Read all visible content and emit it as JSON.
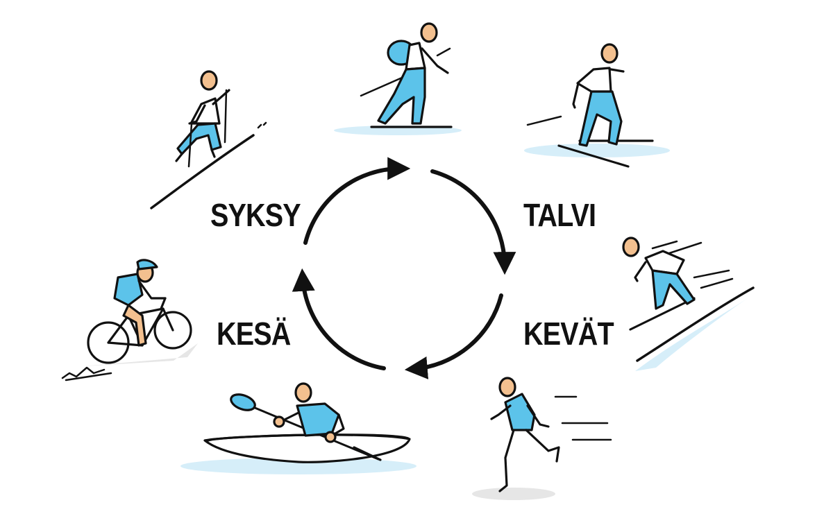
{
  "seasons": {
    "autumn": "SYKSY",
    "winter": "TALVI",
    "spring": "KEVÄT",
    "summer": "KESÄ"
  },
  "colors": {
    "ink": "#111111",
    "blue": "#5cc3ea",
    "skin": "#f3c08f",
    "water": "#d6eef9",
    "shadow": "#e6e6e6"
  },
  "activities": [
    {
      "season": "SYKSY",
      "icon": "nordic-walker-icon"
    },
    {
      "season": "TALVI",
      "icon": "cross-country-skier-icon"
    },
    {
      "season": "TALVI",
      "icon": "skier-icon"
    },
    {
      "season": "KEVÄT",
      "icon": "downhill-skier-icon"
    },
    {
      "season": "KEVÄT",
      "icon": "runner-icon"
    },
    {
      "season": "KESÄ",
      "icon": "kayaker-icon"
    },
    {
      "season": "KESÄ",
      "icon": "cyclist-icon"
    }
  ]
}
